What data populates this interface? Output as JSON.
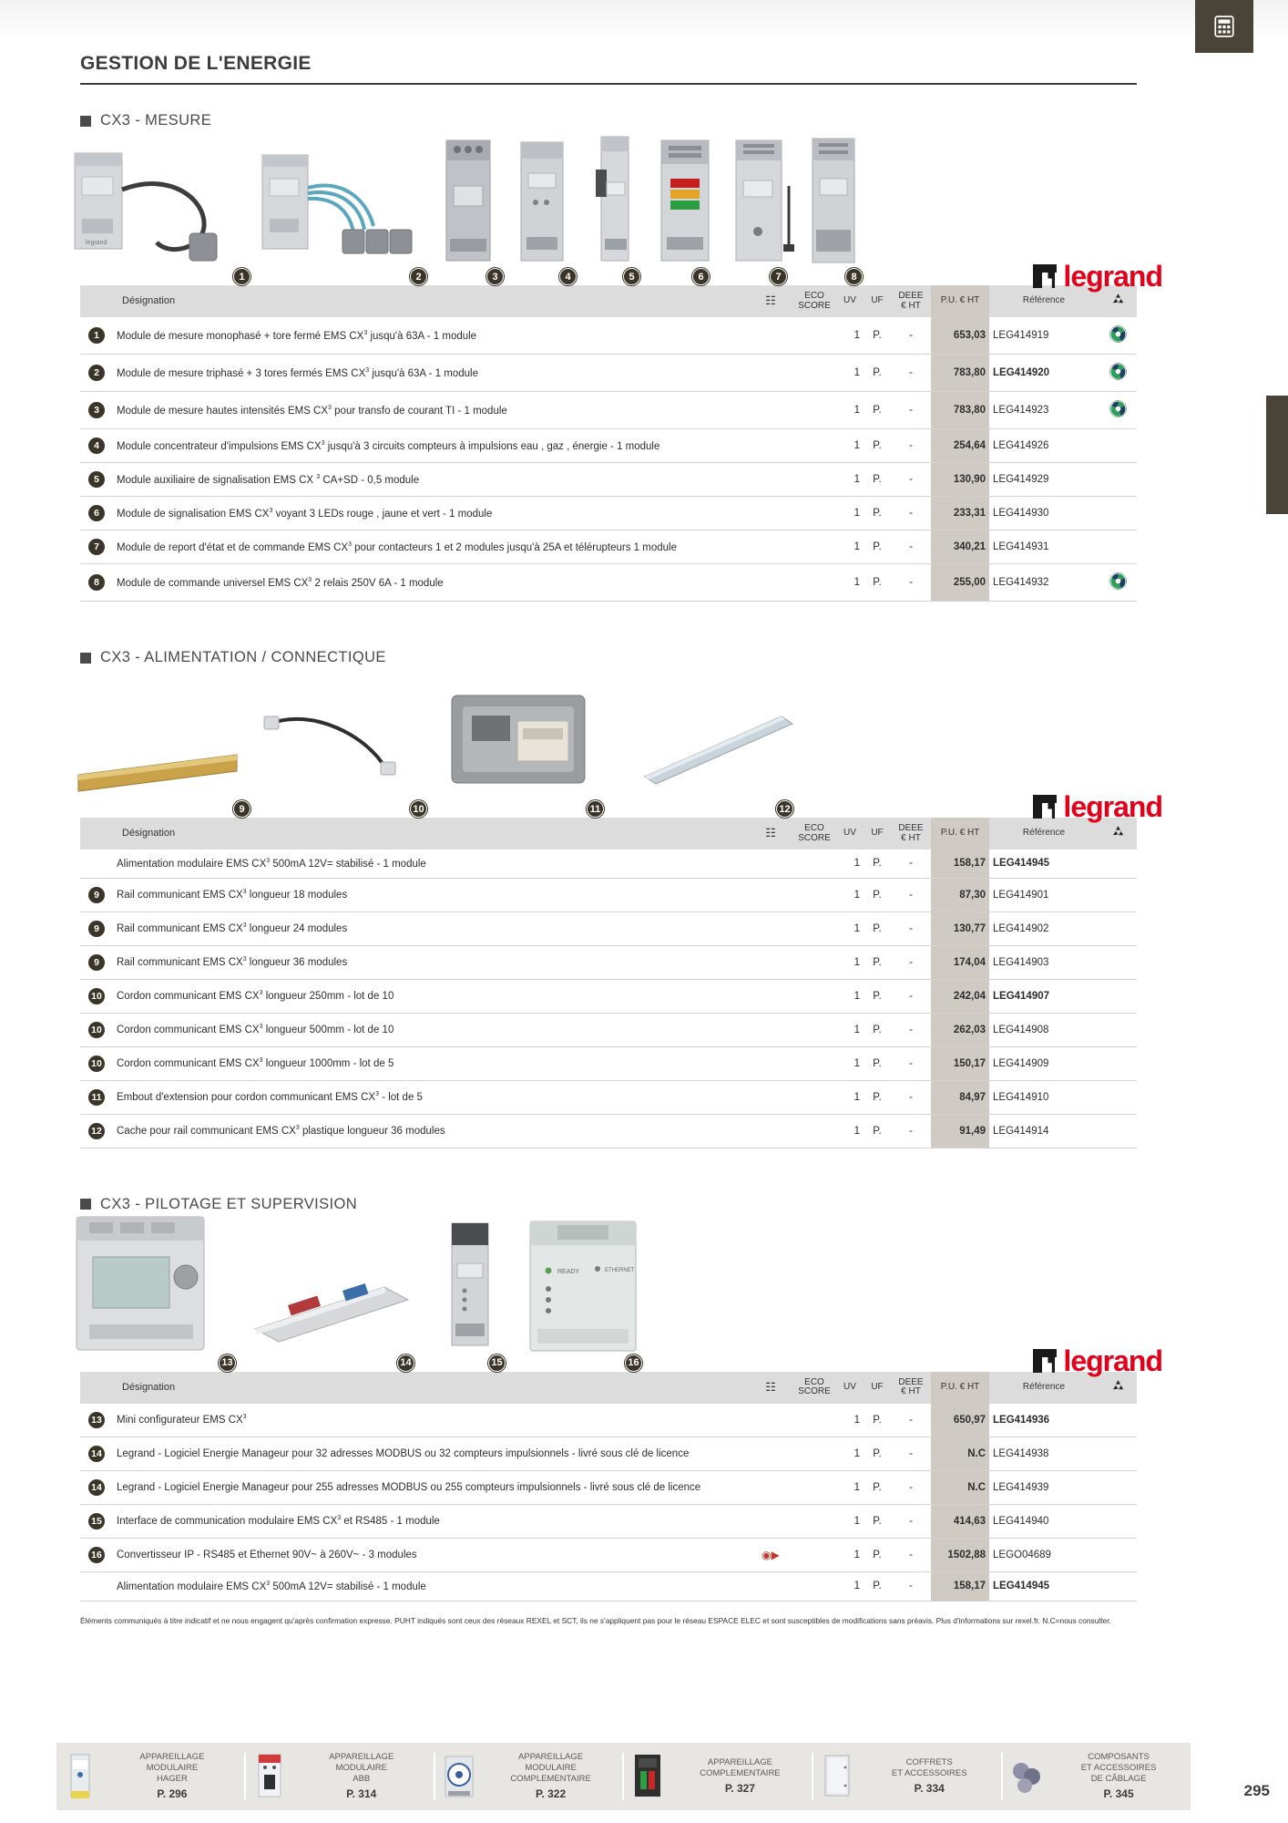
{
  "page_title": "GESTION DE L'ENERGIE",
  "page_number": "295",
  "brand": "legrand",
  "sections": [
    {
      "id": "mesure",
      "heading": "CX3 - MESURE",
      "columns": {
        "designation": "Désignation",
        "eco": "ECO SCORE",
        "uv": "UV",
        "uf": "UF",
        "deee": "DEEE € HT",
        "pu": "P.U. € HT",
        "ref": "Référence"
      },
      "rows": [
        {
          "num": "1",
          "desig": "Module de mesure monophasé + tore fermé EMS CX³ jusqu'à 63A - 1 module",
          "uv": "1",
          "uf": "P.",
          "deee": "-",
          "pu": "653,03",
          "ref": "LEG414919",
          "bold": false,
          "recyc": true
        },
        {
          "num": "2",
          "desig": "Module de mesure triphasé + 3 tores fermés EMS CX³ jusqu'à 63A - 1 module",
          "uv": "1",
          "uf": "P.",
          "deee": "-",
          "pu": "783,80",
          "ref": "LEG414920",
          "bold": true,
          "recyc": true
        },
        {
          "num": "3",
          "desig": "Module de mesure hautes intensités EMS CX³ pour transfo de courant TI - 1 module",
          "uv": "1",
          "uf": "P.",
          "deee": "-",
          "pu": "783,80",
          "ref": "LEG414923",
          "bold": false,
          "recyc": true
        },
        {
          "num": "4",
          "desig": "Module concentrateur d'impulsions EMS CX³ jusqu'à 3 circuits compteurs à impulsions eau , gaz , énergie  -  1 module",
          "uv": "1",
          "uf": "P.",
          "deee": "-",
          "pu": "254,64",
          "ref": "LEG414926",
          "bold": false,
          "recyc": false
        },
        {
          "num": "5",
          "desig": "Module auxiliaire de signalisation EMS CX ³ CA+SD - 0,5 module",
          "uv": "1",
          "uf": "P.",
          "deee": "-",
          "pu": "130,90",
          "ref": "LEG414929",
          "bold": false,
          "recyc": false
        },
        {
          "num": "6",
          "desig": "Module de signalisation EMS CX³ voyant 3 LEDs rouge , jaune et vert - 1 module",
          "uv": "1",
          "uf": "P.",
          "deee": "-",
          "pu": "233,31",
          "ref": "LEG414930",
          "bold": false,
          "recyc": false
        },
        {
          "num": "7",
          "desig": "Module de report d'état et de commande EMS CX³ pour contacteurs 1 et 2 modules jusqu'à 25A et télérupteurs 1 module",
          "uv": "1",
          "uf": "P.",
          "deee": "-",
          "pu": "340,21",
          "ref": "LEG414931",
          "bold": false,
          "recyc": false
        },
        {
          "num": "8",
          "desig": "Module de commande universel EMS CX³ 2 relais 250V 6A - 1 module",
          "uv": "1",
          "uf": "P.",
          "deee": "-",
          "pu": "255,00",
          "ref": "LEG414932",
          "bold": false,
          "recyc": true
        }
      ]
    },
    {
      "id": "alimentation",
      "heading": "CX3 - ALIMENTATION / CONNECTIQUE",
      "columns": {
        "designation": "Désignation",
        "eco": "ECO SCORE",
        "uv": "UV",
        "uf": "UF",
        "deee": "DEEE € HT",
        "pu": "P.U. € HT",
        "ref": "Référence"
      },
      "rows": [
        {
          "num": "",
          "desig": "Alimentation modulaire EMS CX³ 500mA 12V= stabilisé - 1 module",
          "uv": "1",
          "uf": "P.",
          "deee": "-",
          "pu": "158,17",
          "ref": "LEG414945",
          "bold": true,
          "recyc": false
        },
        {
          "num": "9",
          "desig": "Rail communicant EMS CX³ longueur 18 modules",
          "uv": "1",
          "uf": "P.",
          "deee": "-",
          "pu": "87,30",
          "ref": "LEG414901",
          "bold": false,
          "recyc": false
        },
        {
          "num": "9",
          "desig": "Rail communicant EMS CX³ longueur 24 modules",
          "uv": "1",
          "uf": "P.",
          "deee": "-",
          "pu": "130,77",
          "ref": "LEG414902",
          "bold": false,
          "recyc": false
        },
        {
          "num": "9",
          "desig": "Rail communicant EMS CX³ longueur 36 modules",
          "uv": "1",
          "uf": "P.",
          "deee": "-",
          "pu": "174,04",
          "ref": "LEG414903",
          "bold": false,
          "recyc": false
        },
        {
          "num": "10",
          "desig": "Cordon communicant EMS CX³ longueur 250mm -  lot de 10",
          "uv": "1",
          "uf": "P.",
          "deee": "-",
          "pu": "242,04",
          "ref": "LEG414907",
          "bold": true,
          "recyc": false
        },
        {
          "num": "10",
          "desig": "Cordon communicant EMS CX³ longueur 500mm -  lot de 10",
          "uv": "1",
          "uf": "P.",
          "deee": "-",
          "pu": "262,03",
          "ref": "LEG414908",
          "bold": false,
          "recyc": false
        },
        {
          "num": "10",
          "desig": "Cordon communicant EMS CX³ longueur 1000mm -  lot de 5",
          "uv": "1",
          "uf": "P.",
          "deee": "-",
          "pu": "150,17",
          "ref": "LEG414909",
          "bold": false,
          "recyc": false
        },
        {
          "num": "11",
          "desig": "Embout d'extension pour cordon communicant EMS CX³ -  lot de 5",
          "uv": "1",
          "uf": "P.",
          "deee": "-",
          "pu": "84,97",
          "ref": "LEG414910",
          "bold": false,
          "recyc": false
        },
        {
          "num": "12",
          "desig": "Cache pour rail communicant EMS CX³ plastique longueur 36 modules",
          "uv": "1",
          "uf": "P.",
          "deee": "-",
          "pu": "91,49",
          "ref": "LEG414914",
          "bold": false,
          "recyc": false
        }
      ]
    },
    {
      "id": "pilotage",
      "heading": "CX3 - PILOTAGE ET SUPERVISION",
      "columns": {
        "designation": "Désignation",
        "eco": "ECO SCORE",
        "uv": "UV",
        "uf": "UF",
        "deee": "DEEE € HT",
        "pu": "P.U. € HT",
        "ref": "Référence"
      },
      "rows": [
        {
          "num": "13",
          "desig": "Mini configurateur EMS CX³",
          "uv": "1",
          "uf": "P.",
          "deee": "-",
          "pu": "650,97",
          "ref": "LEG414936",
          "bold": true,
          "recyc": false
        },
        {
          "num": "14",
          "desig": "Legrand - Logiciel Energie Manageur pour 32 adresses MODBUS ou 32 compteurs impulsionnels  -  livré sous clé de licence",
          "uv": "1",
          "uf": "P.",
          "deee": "-",
          "pu": "N.C",
          "ref": "LEG414938",
          "bold": false,
          "recyc": false
        },
        {
          "num": "14",
          "desig": "Legrand - Logiciel Energie Manageur pour 255 adresses MODBUS ou 255 compteurs impulsionnels  -  livré sous clé de licence",
          "uv": "1",
          "uf": "P.",
          "deee": "-",
          "pu": "N.C",
          "ref": "LEG414939",
          "bold": false,
          "recyc": false
        },
        {
          "num": "15",
          "desig": "Interface de communication modulaire EMS CX³ et RS485 - 1 module",
          "uv": "1",
          "uf": "P.",
          "deee": "-",
          "pu": "414,63",
          "ref": "LEG414940",
          "bold": false,
          "recyc": false
        },
        {
          "num": "16",
          "desig": "Convertisseur IP - RS485 et Ethernet 90V~ à 260V~ - 3 modules",
          "uv": "1",
          "uf": "P.",
          "deee": "-",
          "pu": "1502,88",
          "ref": "LEGO04689",
          "bold": false,
          "recyc": false,
          "flag": true
        },
        {
          "num": "",
          "desig": "Alimentation modulaire EMS CX³ 500mA 12V= stabilisé - 1 module",
          "uv": "1",
          "uf": "P.",
          "deee": "-",
          "pu": "158,17",
          "ref": "LEG414945",
          "bold": true,
          "recyc": false
        }
      ]
    }
  ],
  "footnote": "Éléments communiqués à titre indicatif et ne nous engagent qu'après confirmation expresse. PUHT indiqués sont ceux des réseaux REXEL et SCT, ils ne s'appliquent pas pour le réseau ESPACE ELEC et sont susceptibles de modifications sans préavis. Plus d'informations sur rexel.fr. N.C=nous consulter.",
  "bottom_nav": [
    {
      "label": "APPAREILLAGE\nMODULAIRE\nHAGER",
      "page": "P. 296"
    },
    {
      "label": "APPAREILLAGE\nMODULAIRE\nABB",
      "page": "P. 314"
    },
    {
      "label": "APPAREILLAGE\nMODULAIRE\nCOMPLEMENTAIRE",
      "page": "P. 322"
    },
    {
      "label": "APPAREILLAGE\nCOMPLEMENTAIRE",
      "page": "P. 327"
    },
    {
      "label": "COFFRETS\nET ACCESSOIRES",
      "page": "P. 334"
    },
    {
      "label": "COMPOSANTS\nET ACCESSOIRES\nDE CÂBLAGE",
      "page": "P. 345"
    }
  ]
}
